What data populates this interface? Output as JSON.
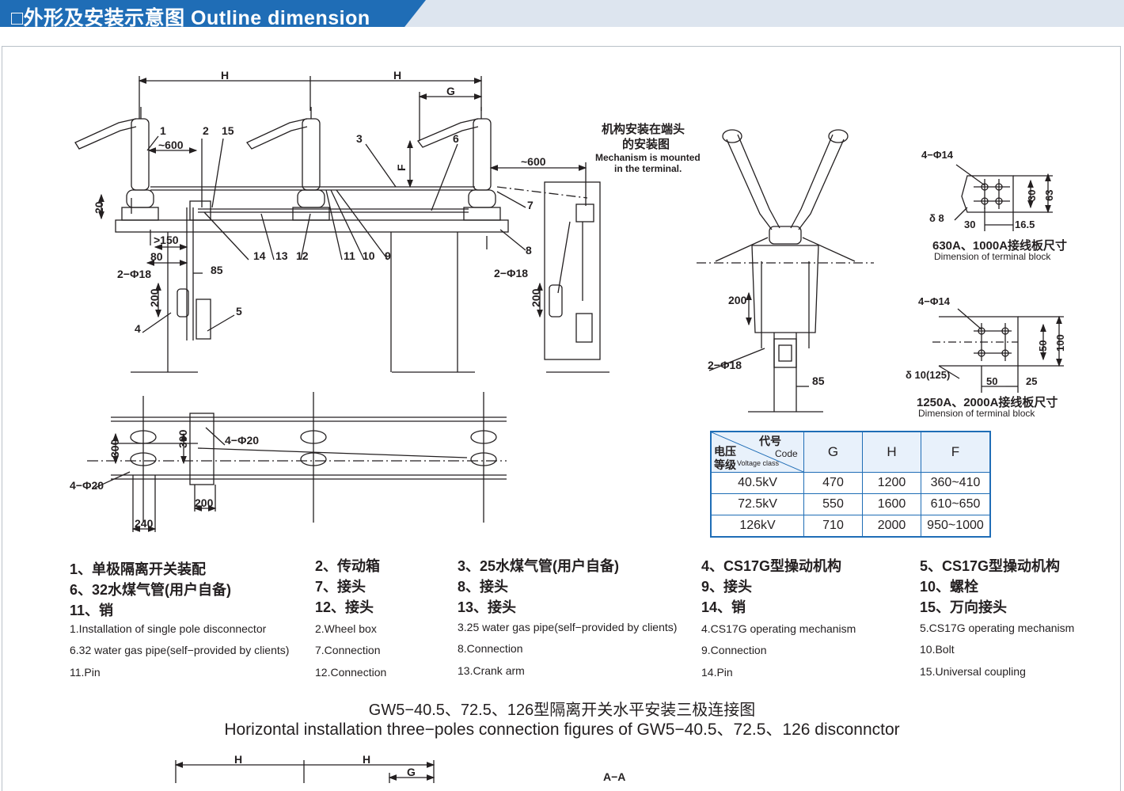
{
  "header": {
    "title": "□外形及安装示意图 Outline dimension"
  },
  "diagram_labels": {
    "dim_H": "H",
    "dim_G": "G",
    "dim_F": "F",
    "d600": "~600",
    "d20": "20",
    "d150": ">150",
    "d80": "80",
    "d85": "85",
    "d200": "200",
    "d300": "300",
    "d240": "240",
    "d2phi18": "2−Φ18",
    "d4phi20": "4−Φ20",
    "n1": "1",
    "n2": "2",
    "n3": "3",
    "n4": "4",
    "n5": "5",
    "n6": "6",
    "n7": "7",
    "n8": "8",
    "n9": "9",
    "n10": "10",
    "n11": "11",
    "n12": "12",
    "n13": "13",
    "n14": "14",
    "n15": "15",
    "aa": "A−A"
  },
  "mechanism_note": {
    "cn1": "机构安装在端头",
    "cn2": "的安装图",
    "en1": "Mechanism is mounted",
    "en2": "in the terminal."
  },
  "terminal_blocks": [
    {
      "holes": "4−Φ14",
      "thick": "δ 8",
      "a": "30",
      "b": "16.5",
      "c": "30",
      "d": "63",
      "cn": "630A、1000A接线板尺寸",
      "en": "Dimension of terminal block"
    },
    {
      "holes": "4−Φ14",
      "thick": "δ 10(125)",
      "a": "50",
      "b": "25",
      "c": "50",
      "d": "100",
      "cn": "1250A、2000A接线板尺寸",
      "en": "Dimension of terminal block"
    }
  ],
  "table": {
    "corner_code_cn": "代号",
    "corner_code_en": "Code",
    "corner_volt_cn1": "电压",
    "corner_volt_cn2": "等级",
    "corner_volt_en": "Voltage class",
    "columns": [
      "G",
      "H",
      "F"
    ],
    "rows": [
      {
        "voltage": "40.5kV",
        "G": "470",
        "H": "1200",
        "F": "360~410"
      },
      {
        "voltage": "72.5kV",
        "G": "550",
        "H": "1600",
        "F": "610~650"
      },
      {
        "voltage": "126kV",
        "G": "710",
        "H": "2000",
        "F": "950~1000"
      }
    ]
  },
  "legend_cn": [
    [
      "1、单极隔离开关装配",
      "6、32水煤气管(用户自备)",
      "11、销"
    ],
    [
      "2、传动箱",
      "7、接头",
      "12、接头"
    ],
    [
      "3、25水煤气管(用户自备)",
      "8、接头",
      "13、接头"
    ],
    [
      "4、CS17G型操动机构",
      "9、接头",
      "14、销"
    ],
    [
      "5、CS17G型操动机构",
      "10、螺栓",
      "15、万向接头"
    ]
  ],
  "legend_en": [
    [
      "1.Installation of single pole disconnector",
      "6.32 water gas pipe(self−provided by clients)",
      "11.Pin"
    ],
    [
      "2.Wheel box",
      "7.Connection",
      "12.Connection"
    ],
    [
      "3.25 water gas pipe(self−provided by clients)",
      "8.Connection",
      "13.Crank arm"
    ],
    [
      "4.CS17G operating mechanism",
      "9.Connection",
      "14.Pin"
    ],
    [
      "5.CS17G operating mechanism",
      "10.Bolt",
      "15.Universal coupling"
    ]
  ],
  "caption": {
    "cn": "GW5−40.5、72.5、126型隔离开关水平安装三极连接图",
    "en": "Horizontal installation three−poles connection figures of GW5−40.5、72.5、126 disconnctor"
  },
  "colors": {
    "header_blue": "#1f6db6",
    "header_band": "#dde5ef",
    "line": "#231f20",
    "table_head": "#e8f1fb"
  }
}
